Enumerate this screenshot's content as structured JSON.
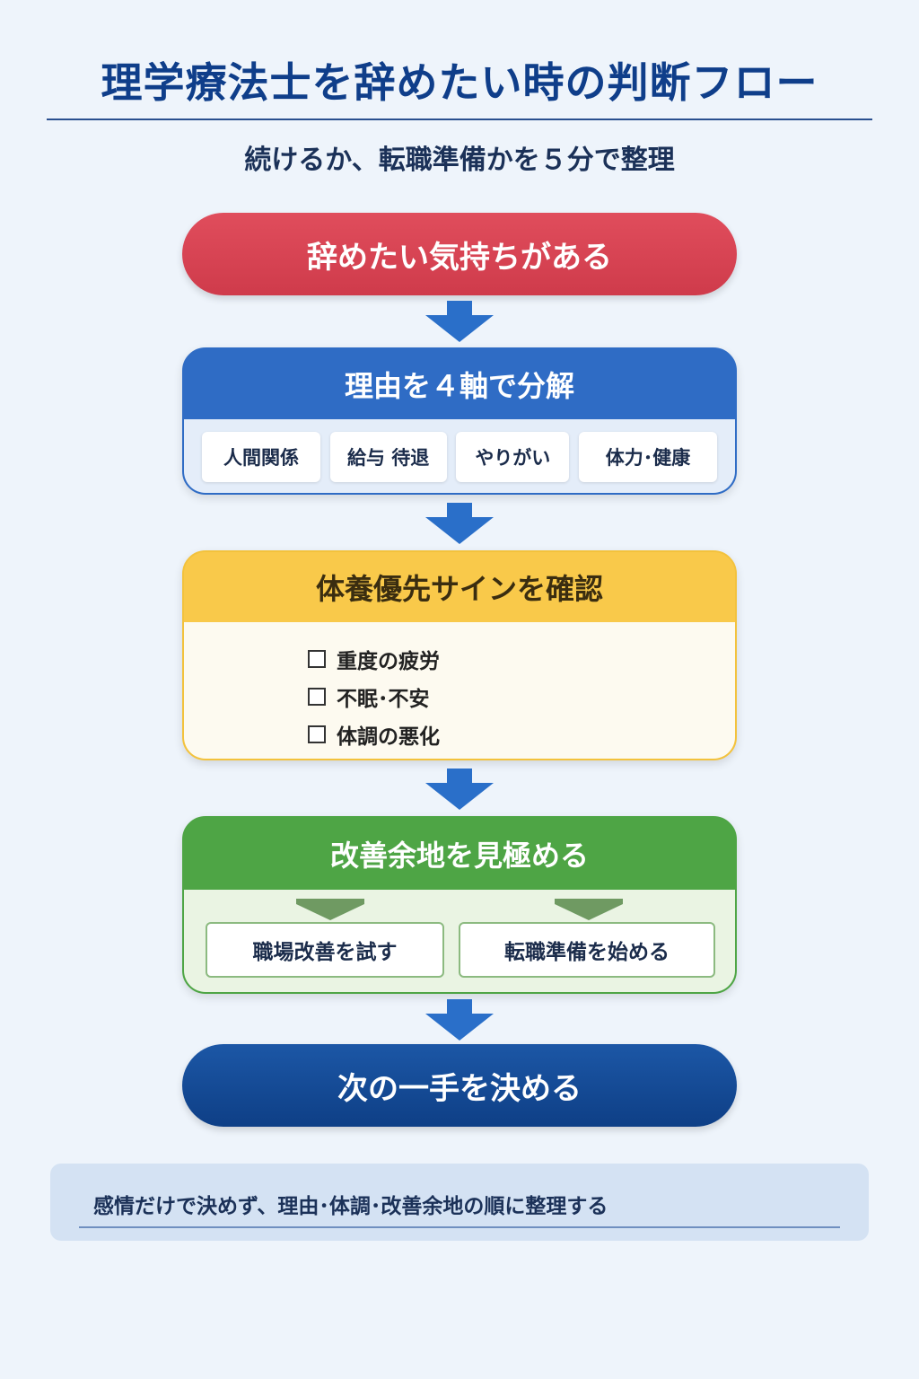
{
  "header": {
    "title": "理学療法士を辞めたい時の判断フロー",
    "subtitle": "続けるか、転職準備かを５分で整理"
  },
  "flow": {
    "start_label": "辞めたい気持ちがある",
    "step1": {
      "title": "理由を４軸で分解",
      "axes": [
        "人間関係",
        "給与 待退",
        "やりがい",
        "体力･健康"
      ]
    },
    "step2": {
      "title": "体養優先サインを確認",
      "checks": [
        "重度の疲労",
        "不眠･不安",
        "体調の悪化"
      ]
    },
    "step3": {
      "title": "改善余地を見極める",
      "options": [
        "職場改善を試す",
        "転職準備を始める"
      ]
    },
    "end_label": "次の一手を決める"
  },
  "footer_note": "感情だけで決めず、理由･体調･改善余地の順に整理する",
  "colors": {
    "title": "#0f3e8a",
    "start": "#d8414f",
    "step1": "#2f6cc5",
    "step2": "#f9c94a",
    "step3": "#4ea545",
    "end": "#124392",
    "arrow": "#2a6fc9"
  }
}
